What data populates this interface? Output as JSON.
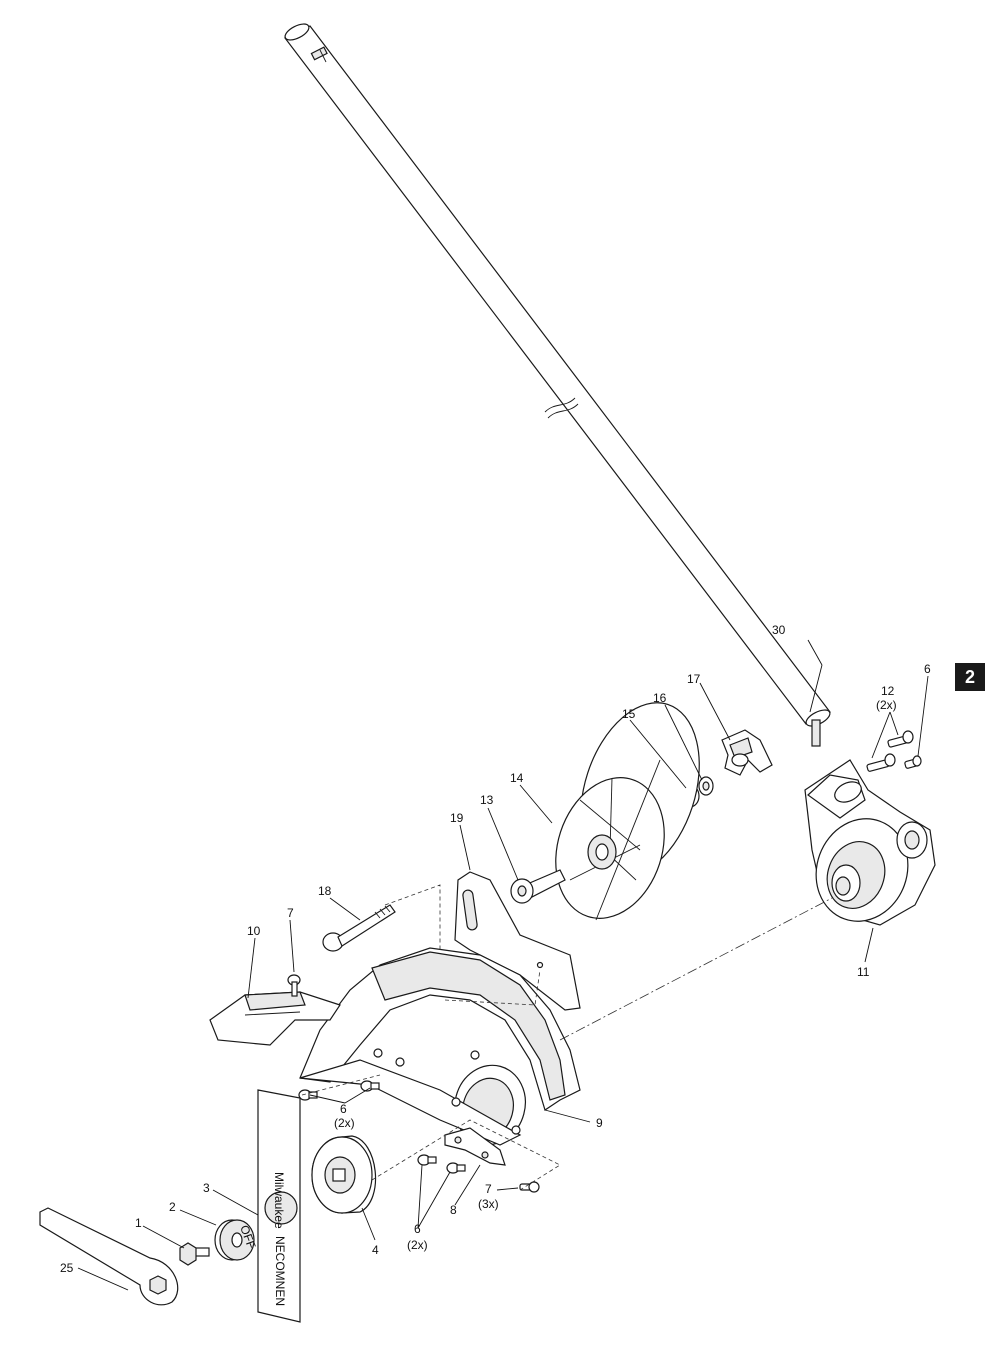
{
  "page_tab": "2",
  "labels": {
    "l1": "1",
    "l2": "2",
    "l3": "3",
    "l4": "4",
    "l6a": "6",
    "l6a_qty": "(2x)",
    "l6b": "6",
    "l6b_qty": "(2x)",
    "l6c": "6",
    "l7a": "7",
    "l7b": "7",
    "l7b_qty": "(3x)",
    "l8": "8",
    "l9": "9",
    "l10": "10",
    "l11": "11",
    "l12": "12",
    "l12_qty": "(2x)",
    "l13": "13",
    "l14": "14",
    "l15": "15",
    "l16": "16",
    "l17": "17",
    "l18": "18",
    "l19": "19",
    "l25": "25",
    "l30": "30"
  },
  "blade_text": {
    "brand": "Milwaukee",
    "code": "NECOMNEN"
  },
  "washer_text": "OFF"
}
